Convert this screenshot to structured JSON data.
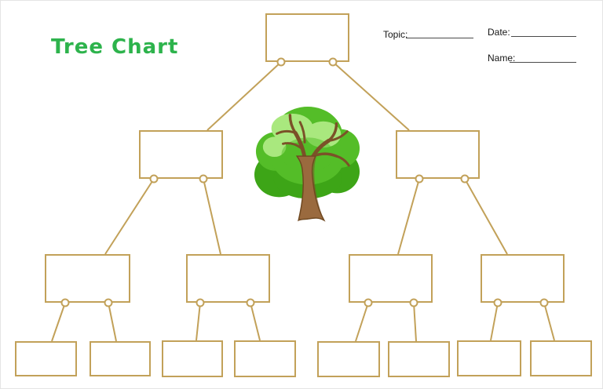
{
  "page": {
    "title": "Tree Chart"
  },
  "header_fields": {
    "topic": {
      "label": "Topic:",
      "value": ""
    },
    "date": {
      "label": "Date:",
      "value": ""
    },
    "name": {
      "label": "Name:",
      "value": ""
    }
  },
  "colors": {
    "title_green": "#2db34c",
    "connector_tan": "#c2a159",
    "field_line": "#4a4a4a",
    "tree_dark_green": "#3da517",
    "tree_mid_green": "#54bd28",
    "tree_light_green": "#a9e87e",
    "tree_trunk": "#9a6a3e",
    "tree_branch": "#7b5128"
  },
  "illustration": {
    "name": "cartoon-tree"
  },
  "diagram": {
    "type": "tree-chart-template",
    "levels": 4,
    "nodes": [
      {
        "id": "root",
        "level": 1,
        "value": ""
      },
      {
        "id": "level2-left",
        "level": 2,
        "value": ""
      },
      {
        "id": "level2-right",
        "level": 2,
        "value": ""
      },
      {
        "id": "level3-1",
        "level": 3,
        "value": ""
      },
      {
        "id": "level3-2",
        "level": 3,
        "value": ""
      },
      {
        "id": "level3-3",
        "level": 3,
        "value": ""
      },
      {
        "id": "level3-4",
        "level": 3,
        "value": ""
      },
      {
        "id": "leaf-1",
        "level": 4,
        "value": ""
      },
      {
        "id": "leaf-2",
        "level": 4,
        "value": ""
      },
      {
        "id": "leaf-3",
        "level": 4,
        "value": ""
      },
      {
        "id": "leaf-4",
        "level": 4,
        "value": ""
      },
      {
        "id": "leaf-5",
        "level": 4,
        "value": ""
      },
      {
        "id": "leaf-6",
        "level": 4,
        "value": ""
      },
      {
        "id": "leaf-7",
        "level": 4,
        "value": ""
      },
      {
        "id": "leaf-8",
        "level": 4,
        "value": ""
      }
    ]
  }
}
